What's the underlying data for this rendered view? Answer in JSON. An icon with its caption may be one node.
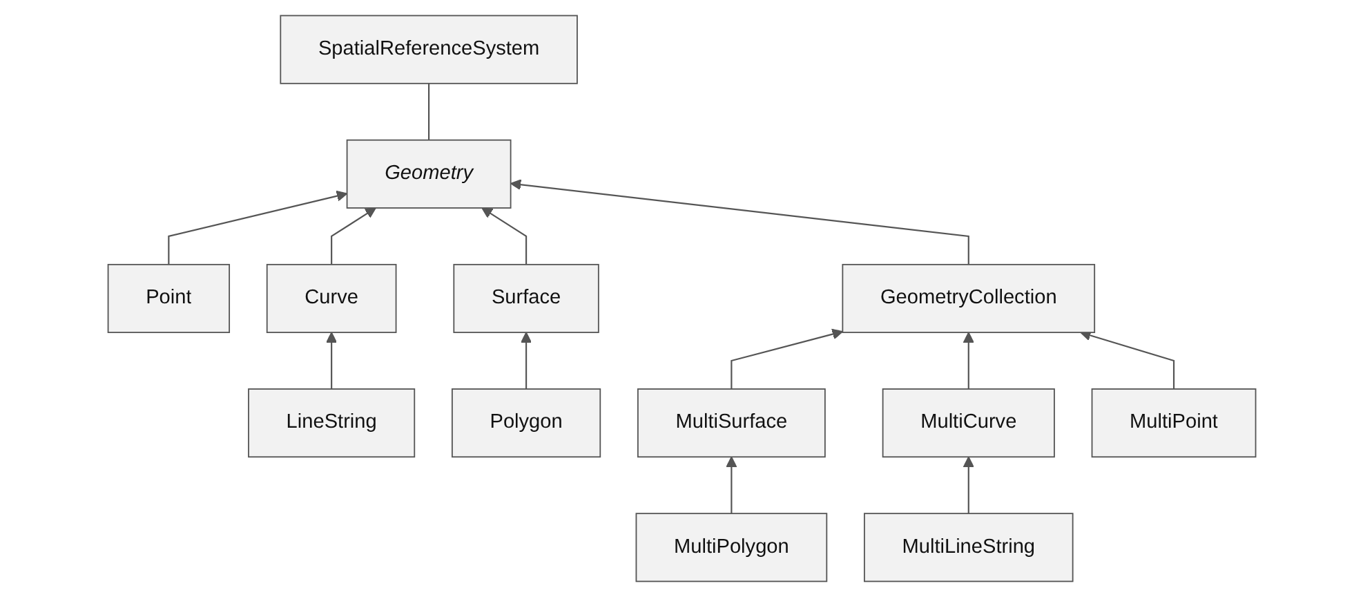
{
  "diagram": {
    "nodes": [
      {
        "text": [
          "Geometry"
        ]
      },
      {
        "text": [
          "SpatialReferenceSystem"
        ]
      },
      {
        "text": [
          "Point"
        ]
      },
      {
        "text": [
          "Curve"
        ]
      },
      {
        "text": [
          "Surface"
        ]
      },
      {
        "text": [
          "GeometryCollection"
        ]
      },
      {
        "text": [
          "LineString"
        ]
      },
      {
        "text": [
          "Polygon"
        ]
      },
      {
        "text": [
          "MultiSurface"
        ]
      },
      {
        "text": [
          "MultiCurve"
        ]
      },
      {
        "text": [
          "MultiPoint"
        ]
      },
      {
        "text": [
          "MultiPolygon"
        ]
      },
      {
        "text": [
          "MultiLineString"
        ]
      }
    ],
    "edges": [
      {
        "from": 0,
        "to": 1,
        "arrow": "none"
      },
      {
        "from": 2,
        "to": 0,
        "arrow": "to"
      },
      {
        "from": 3,
        "to": 0,
        "arrow": "to"
      },
      {
        "from": 4,
        "to": 0,
        "arrow": "to"
      },
      {
        "from": 5,
        "to": 0,
        "arrow": "to"
      },
      {
        "from": 6,
        "to": 3,
        "arrow": "to"
      },
      {
        "from": 7,
        "to": 4,
        "arrow": "to"
      },
      {
        "from": 8,
        "to": 5,
        "arrow": "to"
      },
      {
        "from": 9,
        "to": 5,
        "arrow": "to"
      },
      {
        "from": 10,
        "to": 5,
        "arrow": "to"
      },
      {
        "from": 11,
        "to": 8,
        "arrow": "to"
      },
      {
        "from": 12,
        "to": 9,
        "arrow": "to"
      }
    ]
  }
}
